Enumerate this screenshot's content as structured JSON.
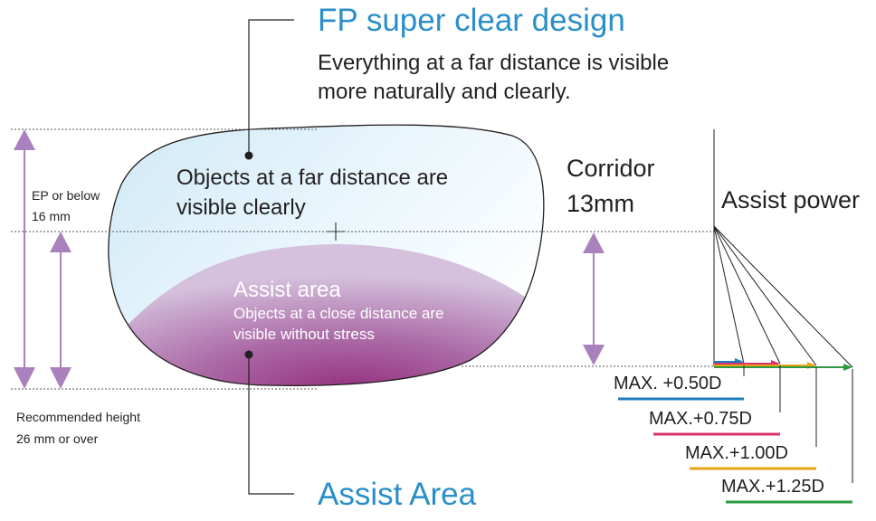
{
  "diagram": {
    "top_title": "FP super clear design",
    "top_desc": [
      "Everything at a far distance is visible",
      "more naturally and clearly."
    ],
    "far_zone_text": [
      "Objects at a far distance are",
      "visible clearly"
    ],
    "assist_zone_title": "Assist area",
    "assist_zone_text": [
      "Objects at a close distance are",
      "visible without stress"
    ],
    "bottom_title": "Assist Area",
    "ep_label": [
      "EP or below",
      "16 mm"
    ],
    "recommended_label": [
      "Recommended height",
      "26 mm or over"
    ],
    "corridor_label": [
      "Corridor",
      "13mm"
    ],
    "assist_power_label": "Assist power",
    "max_values": [
      {
        "label": "MAX. +0.50D",
        "color": "#1f7cc0"
      },
      {
        "label": "MAX.+0.75D",
        "color": "#d6336c"
      },
      {
        "label": "MAX.+1.00D",
        "color": "#e8a317"
      },
      {
        "label": "MAX.+1.25D",
        "color": "#2e9a43"
      }
    ],
    "colors": {
      "title_blue": "#2a8fc8",
      "dimension_purple": "#a981bd",
      "assist_purple": "#9b3e8f",
      "far_zone_blue": "#d9eef8"
    }
  }
}
